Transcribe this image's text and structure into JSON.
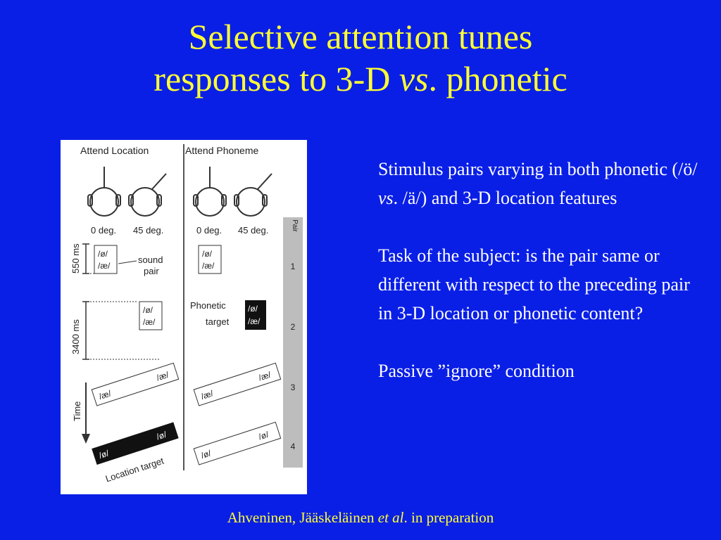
{
  "title": {
    "line1": "Selective attention tunes",
    "line2_a": "responses to 3-D ",
    "line2_vs": "vs",
    "line2_b": ". phonetic"
  },
  "figure": {
    "col_left": "Attend Location",
    "col_right": "Attend Phoneme",
    "deg_0_left": "0 deg.",
    "deg_45_left": "45 deg.",
    "deg_0_right": "0 deg.",
    "deg_45_right": "45 deg.",
    "pair_header": "Pair",
    "pair_numbers": [
      "1",
      "2",
      "3",
      "4"
    ],
    "ms_550": "550 ms",
    "ms_3400": "3400 ms",
    "time_label": "Time",
    "sound_pair": "sound",
    "sound_pair2": "pair",
    "phonetic_target_1": "Phonetic",
    "phonetic_target_2": "target",
    "location_target": "Location target",
    "phoneme_o": "/ø/",
    "phoneme_ae": "/æ/"
  },
  "body": {
    "p1_a": "Stimulus pairs varying in both phonetic (/ö/ ",
    "p1_vs": "vs",
    "p1_b": ". /ä/) and 3-D location features",
    "p2": "Task of the subject: is the pair same or different with respect to the preceding pair in 3-D location or phonetic content?",
    "p3": "Passive ”ignore” condition"
  },
  "citation": {
    "a": "Ahveninen, Jääskeläinen ",
    "etal": "et al",
    "b": ". in preparation"
  },
  "colors": {
    "background": "#0a1fe6",
    "title": "#ffff33",
    "body": "#ffffff"
  }
}
